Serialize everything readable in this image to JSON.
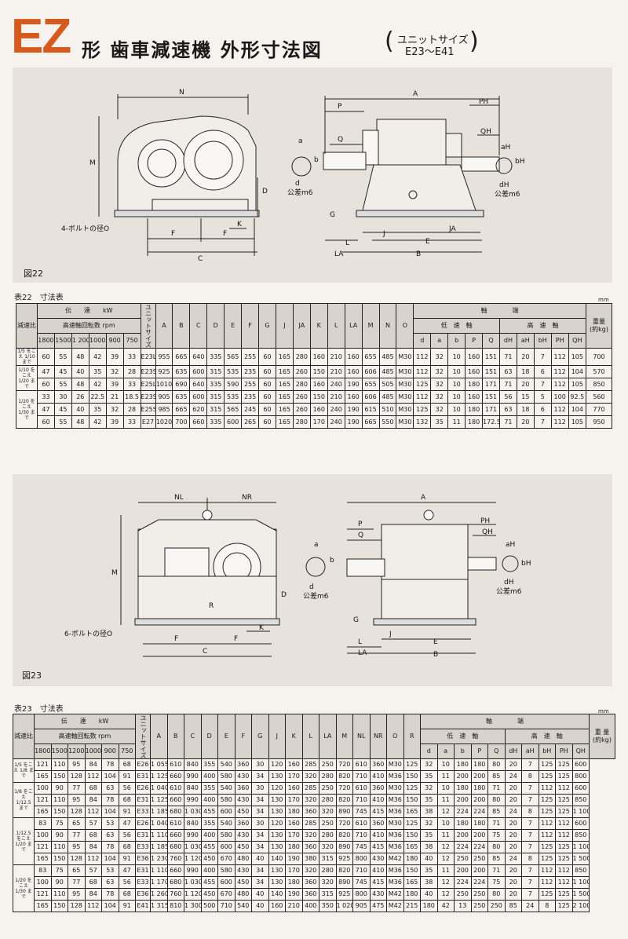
{
  "header": {
    "brand": "EZ",
    "title": "形 歯車減速機 外形寸法図",
    "subtitle_line1": "ユニットサイズ",
    "subtitle_line2": "E23～E41",
    "paren_open": "(",
    "paren_close": ")"
  },
  "fig22": {
    "label": "図22",
    "dims": {
      "N": "N",
      "M": "M",
      "D": "D",
      "bolt": "4-ボルトの径O",
      "F1": "F",
      "F2": "F",
      "K": "K",
      "C": "C",
      "A": "A",
      "P": "P",
      "Q": "Q",
      "PH": "PH",
      "QH": "QH",
      "a": "a",
      "b": "b",
      "d": "d",
      "tol1": "公差m6",
      "aH": "aH",
      "bH": "bH",
      "dH": "dH",
      "tol2": "公差m6",
      "G": "G",
      "L": "L",
      "J": "J",
      "E": "E",
      "JA": "JA",
      "LA": "LA",
      "B": "B"
    }
  },
  "table22": {
    "caption": "表22　寸法表",
    "unit": "mm",
    "h_ratio": "減速比",
    "h_power": "伝　　達　　kW",
    "h_speed": "高速軸回転数 rpm",
    "h_unit": "ユニットサイズ",
    "h_shaft": "軸　　　　端",
    "h_low": "低　速　軸",
    "h_high": "高　速　軸",
    "h_weight": "重量",
    "h_weight_unit": "(約kg)",
    "rpm": [
      "1800",
      "1500",
      "1 200",
      "1000",
      "900",
      "750"
    ],
    "cols": [
      "A",
      "B",
      "C",
      "D",
      "E",
      "F",
      "G",
      "J",
      "JA",
      "K",
      "L",
      "LA",
      "M",
      "N",
      "O"
    ],
    "low_cols": [
      "d",
      "a",
      "b",
      "P",
      "Q"
    ],
    "high_cols": [
      "dH",
      "aH",
      "bH",
      "PH",
      "QH"
    ],
    "groups": [
      {
        "ratio": "1/5 をこえ 1/10 まで",
        "rows": [
          [
            "60",
            "55",
            "48",
            "42",
            "39",
            "33",
            "E23L",
            "955",
            "665",
            "640",
            "335",
            "565",
            "255",
            "60",
            "165",
            "280",
            "160",
            "210",
            "160",
            "655",
            "485",
            "M30",
            "112",
            "32",
            "10",
            "160",
            "151",
            "71",
            "20",
            "7",
            "112",
            "105",
            "700"
          ]
        ]
      },
      {
        "ratio": "1/10 をこえ 1/20 まで",
        "rows": [
          [
            "47",
            "45",
            "40",
            "35",
            "32",
            "28",
            "E23S",
            "925",
            "635",
            "600",
            "315",
            "535",
            "235",
            "60",
            "165",
            "260",
            "150",
            "210",
            "160",
            "606",
            "485",
            "M30",
            "112",
            "32",
            "10",
            "160",
            "151",
            "63",
            "18",
            "6",
            "112",
            "104",
            "570"
          ],
          [
            "60",
            "55",
            "48",
            "42",
            "39",
            "33",
            "E25L",
            "1010",
            "690",
            "640",
            "335",
            "590",
            "255",
            "60",
            "165",
            "280",
            "160",
            "240",
            "190",
            "655",
            "505",
            "M30",
            "125",
            "32",
            "10",
            "180",
            "171",
            "71",
            "20",
            "7",
            "112",
            "105",
            "850"
          ]
        ]
      },
      {
        "ratio": "1/20 をこえ 1/30 まで",
        "rows": [
          [
            "33",
            "30",
            "26",
            "22.5",
            "21",
            "18.5",
            "E23S",
            "905",
            "635",
            "600",
            "315",
            "535",
            "235",
            "60",
            "165",
            "260",
            "150",
            "210",
            "160",
            "606",
            "485",
            "M30",
            "112",
            "32",
            "10",
            "160",
            "151",
            "56",
            "15",
            "5",
            "100",
            "92.5",
            "560"
          ],
          [
            "47",
            "45",
            "40",
            "35",
            "32",
            "28",
            "E25S",
            "985",
            "665",
            "620",
            "315",
            "565",
            "245",
            "60",
            "165",
            "260",
            "160",
            "240",
            "190",
            "615",
            "510",
            "M30",
            "125",
            "32",
            "10",
            "180",
            "171",
            "63",
            "18",
            "6",
            "112",
            "104",
            "770"
          ],
          [
            "60",
            "55",
            "48",
            "42",
            "39",
            "33",
            "E27",
            "1020",
            "700",
            "660",
            "335",
            "600",
            "265",
            "60",
            "165",
            "280",
            "170",
            "240",
            "190",
            "665",
            "550",
            "M30",
            "132",
            "35",
            "11",
            "180",
            "172.5",
            "71",
            "20",
            "7",
            "112",
            "105",
            "950"
          ]
        ]
      }
    ]
  },
  "fig23": {
    "label": "図23",
    "dims": {
      "NL": "NL",
      "NR": "NR",
      "M": "M",
      "D": "D",
      "R": "R",
      "bolt": "6-ボルトの径O",
      "F1": "F",
      "F2": "F",
      "K": "K",
      "C": "C",
      "A": "A",
      "P": "P",
      "Q": "Q",
      "PH": "PH",
      "QH": "QH",
      "a": "a",
      "b": "b",
      "d": "d",
      "tol1": "公差m6",
      "aH": "aH",
      "bH": "bH",
      "dH": "dH",
      "tol2": "公差m6",
      "G": "G",
      "L": "L",
      "J": "J",
      "E": "E",
      "LA": "LA",
      "B": "B"
    }
  },
  "table23": {
    "caption": "表23　寸法表",
    "unit": "mm",
    "h_ratio": "減速比",
    "h_power": "伝　　達　　kW",
    "h_speed": "高速軸回転数 rpm",
    "h_unit": "ユニットサイズ",
    "h_shaft": "軸　　　　端",
    "h_low": "低　速　軸",
    "h_high": "高　速　軸",
    "h_weight": "重 量",
    "h_weight_unit": "(約kg)",
    "rpm": [
      "1800",
      "1500",
      "1200",
      "1000",
      "900",
      "750"
    ],
    "cols": [
      "A",
      "B",
      "C",
      "D",
      "E",
      "F",
      "G",
      "J",
      "K",
      "L",
      "LA",
      "M",
      "NL",
      "NR",
      "O",
      "R"
    ],
    "low_cols": [
      "d",
      "a",
      "b",
      "P",
      "Q"
    ],
    "high_cols": [
      "dH",
      "aH",
      "bH",
      "PH",
      "QH"
    ],
    "groups": [
      {
        "ratio": "1/5 をこえ 1/8 まで",
        "rows": [
          [
            "121",
            "110",
            "95",
            "84",
            "78",
            "68",
            "E26",
            "1 055",
            "610",
            "840",
            "355",
            "540",
            "360",
            "30",
            "120",
            "160",
            "285",
            "250",
            "720",
            "610",
            "360",
            "M30",
            "125",
            "32",
            "10",
            "180",
            "180",
            "80",
            "20",
            "7",
            "125",
            "125",
            "600"
          ],
          [
            "165",
            "150",
            "128",
            "112",
            "104",
            "91",
            "E31",
            "1 125",
            "660",
            "990",
            "400",
            "580",
            "430",
            "34",
            "130",
            "170",
            "320",
            "280",
            "820",
            "710",
            "410",
            "M36",
            "150",
            "35",
            "11",
            "200",
            "200",
            "85",
            "24",
            "8",
            "125",
            "125",
            "800"
          ]
        ]
      },
      {
        "ratio": "1/8 をこえ 1/12.5 まで",
        "rows": [
          [
            "100",
            "90",
            "77",
            "68",
            "63",
            "56",
            "E26",
            "1 040",
            "610",
            "840",
            "355",
            "540",
            "360",
            "30",
            "120",
            "160",
            "285",
            "250",
            "720",
            "610",
            "360",
            "M30",
            "125",
            "32",
            "10",
            "180",
            "180",
            "71",
            "20",
            "7",
            "112",
            "112",
            "600"
          ],
          [
            "121",
            "110",
            "95",
            "84",
            "78",
            "68",
            "E31",
            "1 125",
            "660",
            "990",
            "400",
            "580",
            "430",
            "34",
            "130",
            "170",
            "320",
            "280",
            "820",
            "710",
            "410",
            "M36",
            "150",
            "35",
            "11",
            "200",
            "200",
            "80",
            "20",
            "7",
            "125",
            "125",
            "850"
          ],
          [
            "165",
            "150",
            "128",
            "112",
            "104",
            "91",
            "E33",
            "1 185",
            "680",
            "1 030",
            "455",
            "600",
            "450",
            "34",
            "130",
            "180",
            "360",
            "320",
            "890",
            "745",
            "415",
            "M36",
            "165",
            "38",
            "12",
            "224",
            "224",
            "85",
            "24",
            "8",
            "125",
            "125",
            "1 100"
          ]
        ]
      },
      {
        "ratio": "1/12.5 をこえ 1/20 まで",
        "rows": [
          [
            "83",
            "75",
            "65",
            "57",
            "53",
            "47",
            "E26",
            "1 040",
            "610",
            "840",
            "355",
            "540",
            "360",
            "30",
            "120",
            "160",
            "285",
            "250",
            "720",
            "610",
            "360",
            "M30",
            "125",
            "32",
            "10",
            "180",
            "180",
            "71",
            "20",
            "7",
            "112",
            "112",
            "600"
          ],
          [
            "100",
            "90",
            "77",
            "68",
            "63",
            "56",
            "E31",
            "1 110",
            "660",
            "990",
            "400",
            "580",
            "430",
            "34",
            "130",
            "170",
            "320",
            "280",
            "820",
            "710",
            "410",
            "M36",
            "150",
            "35",
            "11",
            "200",
            "200",
            "75",
            "20",
            "7",
            "112",
            "112",
            "850"
          ],
          [
            "121",
            "110",
            "95",
            "84",
            "78",
            "68",
            "E33",
            "1 185",
            "680",
            "1 030",
            "455",
            "600",
            "450",
            "34",
            "130",
            "180",
            "360",
            "320",
            "890",
            "745",
            "415",
            "M36",
            "165",
            "38",
            "12",
            "224",
            "224",
            "80",
            "20",
            "7",
            "125",
            "125",
            "1 100"
          ],
          [
            "165",
            "150",
            "128",
            "112",
            "104",
            "91",
            "E36",
            "1 230",
            "760",
            "1 120",
            "450",
            "670",
            "480",
            "40",
            "140",
            "190",
            "380",
            "315",
            "925",
            "800",
            "430",
            "M42",
            "180",
            "40",
            "12",
            "250",
            "250",
            "85",
            "24",
            "8",
            "125",
            "125",
            "1 500"
          ]
        ]
      },
      {
        "ratio": "1/20 をこえ 1/30 まで",
        "rows": [
          [
            "83",
            "75",
            "65",
            "57",
            "53",
            "47",
            "E31",
            "1 110",
            "660",
            "990",
            "400",
            "580",
            "430",
            "34",
            "130",
            "170",
            "320",
            "280",
            "820",
            "710",
            "410",
            "M36",
            "150",
            "35",
            "11",
            "200",
            "200",
            "71",
            "20",
            "7",
            "112",
            "112",
            "850"
          ],
          [
            "100",
            "90",
            "77",
            "68",
            "63",
            "56",
            "E33",
            "1 170",
            "680",
            "1 030",
            "455",
            "600",
            "450",
            "34",
            "130",
            "180",
            "360",
            "320",
            "890",
            "745",
            "415",
            "M36",
            "165",
            "38",
            "12",
            "224",
            "224",
            "75",
            "20",
            "7",
            "112",
            "112",
            "1 100"
          ],
          [
            "121",
            "110",
            "95",
            "84",
            "78",
            "68",
            "E36",
            "1 260",
            "760",
            "1 120",
            "450",
            "670",
            "480",
            "40",
            "140",
            "190",
            "360",
            "315",
            "925",
            "800",
            "430",
            "M42",
            "180",
            "40",
            "12",
            "250",
            "250",
            "80",
            "20",
            "7",
            "125",
            "125",
            "1 500"
          ],
          [
            "165",
            "150",
            "128",
            "112",
            "104",
            "91",
            "E41",
            "1 315",
            "810",
            "1 300",
            "500",
            "710",
            "540",
            "40",
            "160",
            "210",
            "400",
            "350",
            "1 020",
            "905",
            "475",
            "M42",
            "215",
            "180",
            "42",
            "13",
            "250",
            "250",
            "85",
            "24",
            "8",
            "125",
            "2 100"
          ]
        ]
      }
    ]
  }
}
